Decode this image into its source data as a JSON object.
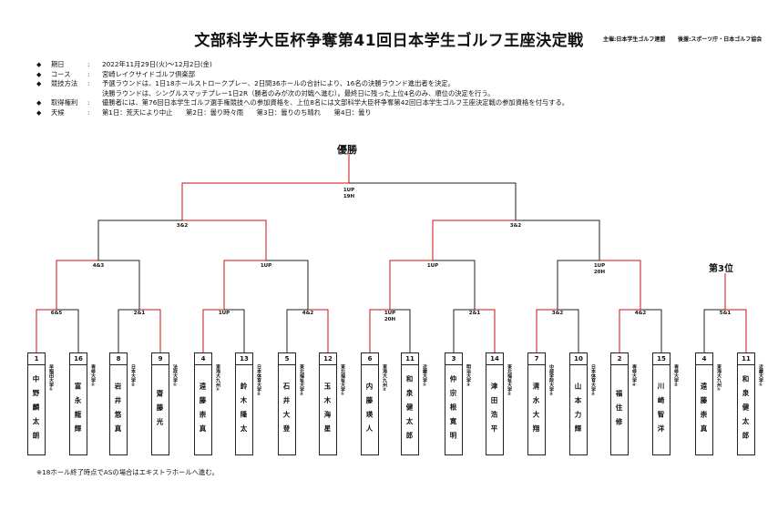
{
  "title": "文部科学大臣杯争奪第41回日本学生ゴルフ王座決定戦",
  "organizer": "主催:日本学生ゴルフ連盟",
  "sponsor": "後援:スポーツ庁・日本ゴルフ協会",
  "info": [
    {
      "label": "期日",
      "text": "2022年11月29日(火)～12月2日(金)"
    },
    {
      "label": "コース",
      "text": "宮崎レイクサイドゴルフ倶楽部"
    },
    {
      "label": "競技方法",
      "text": "予選ラウンドは、1日18ホールストロークプレー、2日間36ホールの合計により、16名の決勝ラウンド進出者を決定。"
    },
    {
      "label": "",
      "text": "決勝ラウンドは、シングルスマッチプレー1日2R（勝者のみが次の対戦へ進む）。最終日に残った上位4名のみ、順位の決定を行う。"
    },
    {
      "label": "取得権利",
      "text": "優勝者には、第76回日本学生ゴルフ選手権競技への参加資格を、上位8名には文部科学大臣杯争奪第42回日本学生ゴルフ王座決定戦の参加資格を付与する。"
    },
    {
      "label": "天候",
      "text": "第1日：荒天により中止　　第2日：曇り時々雨　　第3日：曇りのち晴れ　　第4日：曇り"
    }
  ],
  "champion_label": "優勝",
  "third_label": "第3位",
  "scores": {
    "final": "1UP",
    "final_hole": "19H",
    "sf_left": "3&2",
    "sf_right": "3&2",
    "qf1": "4&3",
    "qf2": "1UP",
    "qf3": "1UP",
    "qf4": "1UP",
    "qf4_hole": "20H",
    "r1_1": "6&5",
    "r1_2": "2&1",
    "r1_3": "1UP",
    "r1_4": "4&2",
    "r1_5": "1UP",
    "r1_5_hole": "20H",
    "r1_6": "2&1",
    "r1_7": "3&2",
    "r1_8": "4&2",
    "third": "5&1"
  },
  "players": [
    {
      "seed": "1",
      "name": "中野麟太朗",
      "school": "早稲田大学①"
    },
    {
      "seed": "16",
      "name": "富永龍輝",
      "school": "専修大学①"
    },
    {
      "seed": "8",
      "name": "岩井悠真",
      "school": "日本大学②"
    },
    {
      "seed": "9",
      "name": "齋藤光",
      "school": "法政大学①"
    },
    {
      "seed": "4",
      "name": "遠藤崇真",
      "school": "東海大九州①"
    },
    {
      "seed": "13",
      "name": "鈴木隆太",
      "school": "日本体育大学②"
    },
    {
      "seed": "5",
      "name": "石井大登",
      "school": "東北福祉大学②"
    },
    {
      "seed": "12",
      "name": "玉木海星",
      "school": "東北福祉大学①"
    },
    {
      "seed": "6",
      "name": "内藤瑛人",
      "school": "東海大九州②"
    },
    {
      "seed": "11",
      "name": "和泉健太郎",
      "school": "近畿大学①"
    },
    {
      "seed": "3",
      "name": "仲宗根寛明",
      "school": "明治大学③"
    },
    {
      "seed": "14",
      "name": "津田浩平",
      "school": "東北福祉大学②"
    },
    {
      "seed": "7",
      "name": "清水大翔",
      "school": "中部学院大学②"
    },
    {
      "seed": "10",
      "name": "山本力輝",
      "school": "日本体育大学②"
    },
    {
      "seed": "2",
      "name": "福住修",
      "school": "専修大学④"
    },
    {
      "seed": "15",
      "name": "川崎智洋",
      "school": "専修大学②"
    },
    {
      "seed": "4",
      "name": "遠藤崇真",
      "school": "東海大九州①"
    },
    {
      "seed": "11",
      "name": "和泉健太郎",
      "school": "近畿大学①"
    }
  ],
  "footnote": "※18ホール終了時点でASの場合はエキストラホールへ進む。",
  "colors": {
    "winner_line": "#cc1111",
    "line": "#222222"
  }
}
